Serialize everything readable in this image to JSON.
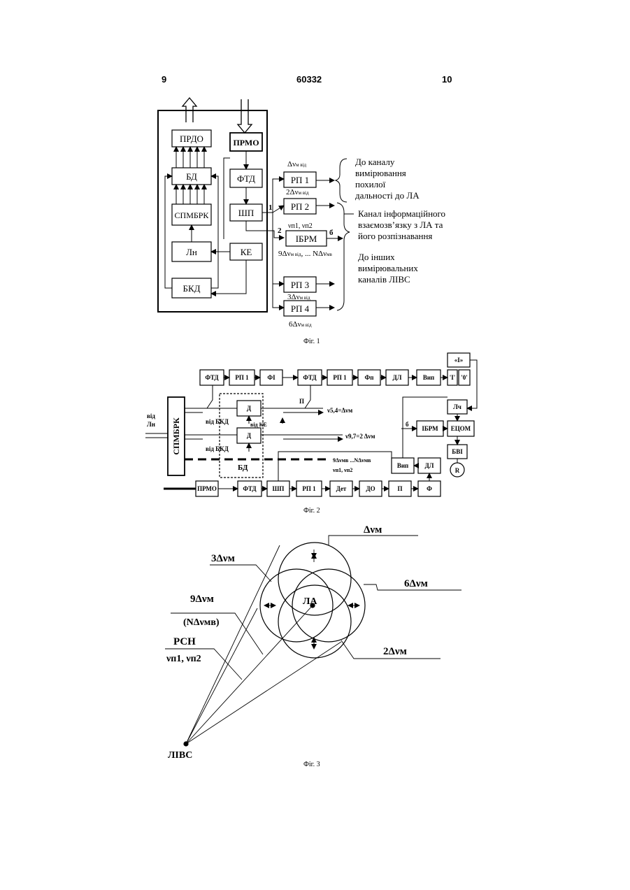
{
  "header": {
    "page_left": "9",
    "doc_number": "60332",
    "page_right": "10"
  },
  "fig1": {
    "caption": "Фіг. 1",
    "blocks": {
      "prdo": "ПРДО",
      "bd": "БД",
      "spmbrk": "СПМБРК",
      "ln": "Лн",
      "bkd": "БКД",
      "prmo": "ПРМО",
      "ftd": "ФТД",
      "shp": "ШП",
      "ke": "КЕ",
      "ibrm": "ІБРМ",
      "rp1": "РП 1",
      "rp2": "РП 2",
      "rp3": "РП 3",
      "rp4": "РП 4"
    },
    "labels": {
      "dnu1": "Δν",
      "dnu1_sub": "м від",
      "dnu2": "2Δν",
      "dnu2_sub": "м від",
      "nu_pairs": "νп1, νп2",
      "multi": "9Δν",
      "multi_sub": "м від",
      "multi_tail": ", ... NΔν",
      "multi_tail_sub": "мв",
      "dnu3": "3Δν",
      "dnu3_sub": "м від",
      "dnu6": "6Δν",
      "dnu6_sub": "м від",
      "port1": "1",
      "port2": "2",
      "port_b": "б"
    },
    "annotations": {
      "a1": [
        "До каналу",
        "вимірювання",
        "похилої",
        "дальності до ЛА"
      ],
      "a2": [
        "Канал інформаційного",
        "взаємозв’язку з ЛА та",
        "його розпізнавання"
      ],
      "a3": [
        "До інших",
        "вимірювальних",
        "каналів ЛІВС"
      ]
    }
  },
  "fig2": {
    "caption": "Фіг. 2",
    "blocks": {
      "ftd1": "ФТД",
      "rp1a": "РП 1",
      "fi": "ФІ",
      "ftd2": "ФТД",
      "rp1b": "РП 1",
      "fp": "Фп",
      "dl1": "ДЛ",
      "vyp1": "Вип",
      "one": "«І»",
      "i1": "'І'",
      "i2": "'0'",
      "lch": "Лч",
      "etsom": "ЕЦОМ",
      "bvi": "БВІ",
      "r": "R",
      "ibrm": "ІБРМ",
      "vyp2": "Вип",
      "dl2": "ДЛ",
      "spmbrk": "СПМБРК",
      "d1": "Д",
      "d2": "Д",
      "prmo": "ПРМО",
      "ftd3": "ФТД",
      "shp": "ШП",
      "rp1c": "РП 1",
      "det": "Дет",
      "do": "ДО",
      "p": "П",
      "f": "Ф"
    },
    "labels": {
      "vid_ln": "від",
      "vid_ln2": "Лн",
      "vid_bkd1": "від БКД",
      "vid_ke": "від КЕ",
      "vid_bkd2": "від БКД",
      "bd": "БД",
      "p_label": "П",
      "nu54": "ν5,4=Δνм",
      "nu97": "ν9,7=2 Δνм",
      "multi": "9Δνмв ...NΔνмв",
      "nu_pairs": "νп1, νп2",
      "b": "б"
    }
  },
  "fig3": {
    "caption": "Фіг. 3",
    "labels": {
      "top": "Δνм",
      "l3": "3Δνм",
      "r6": "6Δνм",
      "l9": "9Δνм",
      "lN": "(NΔνмв)",
      "r2": "2Δνм",
      "rsn": "РСН",
      "nus": "νп1, νп2",
      "la": "ЛА",
      "livs": "ЛІВС"
    }
  }
}
